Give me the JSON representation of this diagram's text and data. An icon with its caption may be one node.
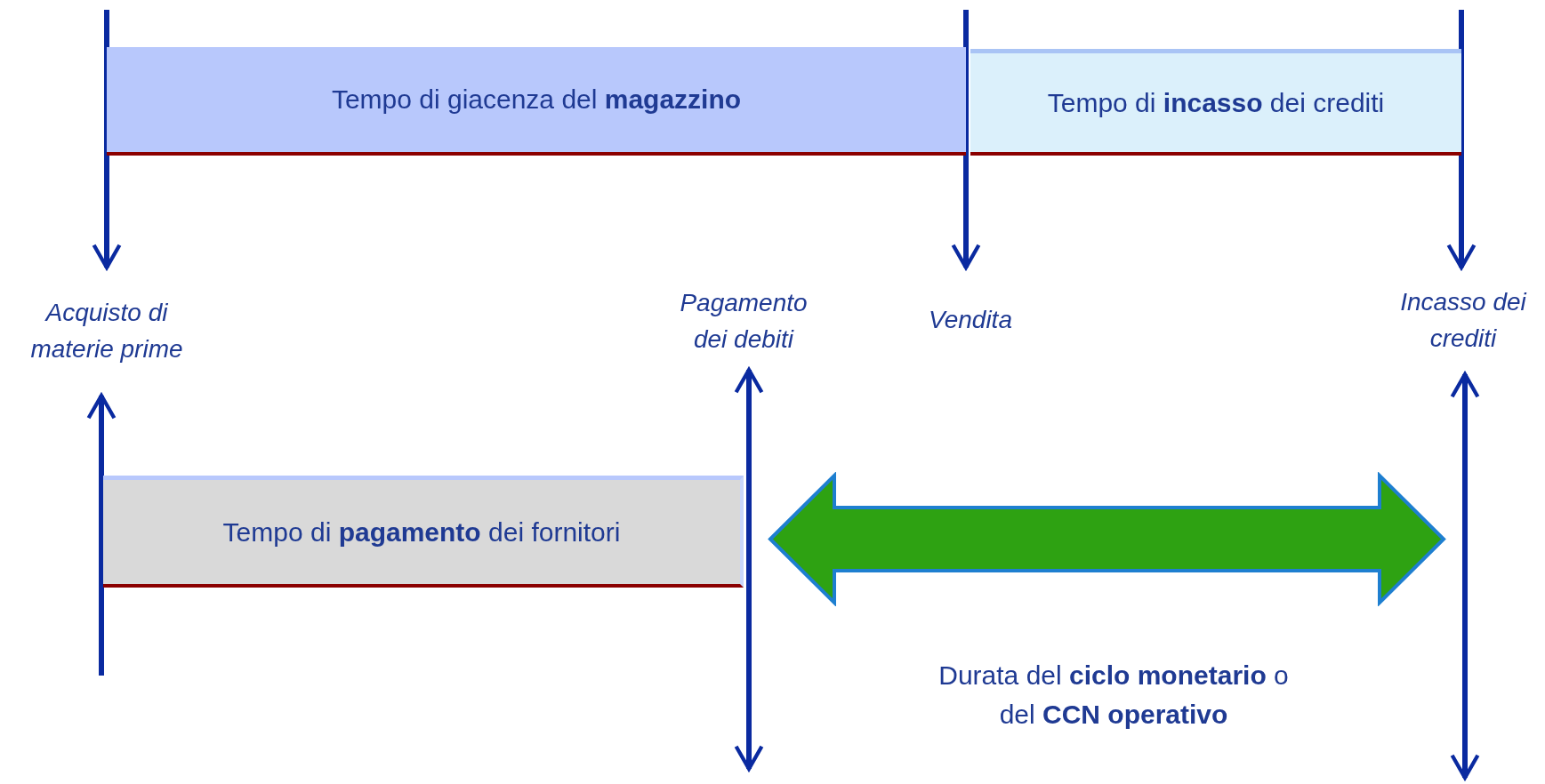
{
  "diagram": {
    "nodes": [
      {
        "text": [
          "Tempo di giacenza del **magazzino**"
        ]
      },
      {
        "text": [
          "Tempo di **incasso** dei crediti"
        ]
      },
      {
        "text": [
          "Acquisto di materie prime"
        ]
      },
      {
        "text": [
          "Pagamento dei debiti"
        ]
      },
      {
        "text": [
          "Vendita"
        ]
      },
      {
        "text": [
          "Incasso dei crediti"
        ]
      },
      {
        "text": [
          "Tempo di **pagamento** dei fornitori"
        ]
      },
      {
        "text": [],
        "shape": "arrow",
        "beside": [
          "Durata del **ciclo monetario** o del **CCN operativo**"
        ]
      }
    ],
    "edges": [
      {
        "from": null,
        "to": 2,
        "arrow": "to"
      },
      {
        "from": null,
        "to": 4,
        "arrow": "to"
      },
      {
        "from": null,
        "to": 5,
        "arrow": "to"
      },
      {
        "from": null,
        "to": 2,
        "arrow": "to"
      },
      {
        "from": null,
        "to": 3,
        "arrow": "both"
      },
      {
        "from": null,
        "to": 5,
        "arrow": "both"
      }
    ]
  }
}
